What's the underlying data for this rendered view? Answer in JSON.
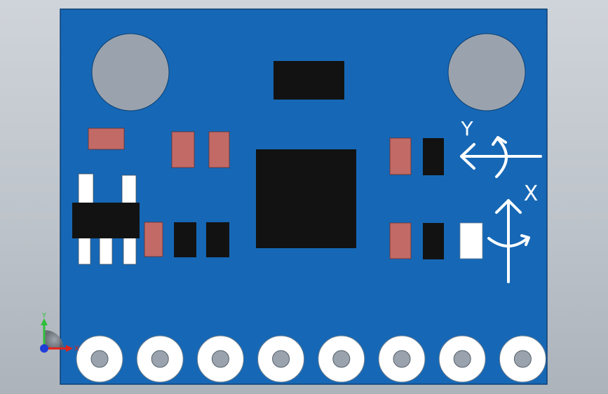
{
  "scene": {
    "background_color": "#c4c9cf",
    "board_color": "#1668b6",
    "board_edge_color": "#0d3f73",
    "hole_color": "#9aa3ad",
    "chip_color": "#121212",
    "resistor_color": "#c26a66",
    "pad_color": "#ffffff"
  },
  "axis_triad": {
    "y_label": "Y",
    "x_label": "X",
    "y_color": "#2fbf3a",
    "x_color": "#e2231a",
    "z_color": "#1f3fd6"
  },
  "silkscreen": {
    "y_axis_label": "Y",
    "x_axis_label": "X",
    "rotation_arrow_y": "arc-arrow-icon",
    "rotation_arrow_x": "arc-arrow-icon"
  },
  "header_pins": {
    "count": 8
  }
}
